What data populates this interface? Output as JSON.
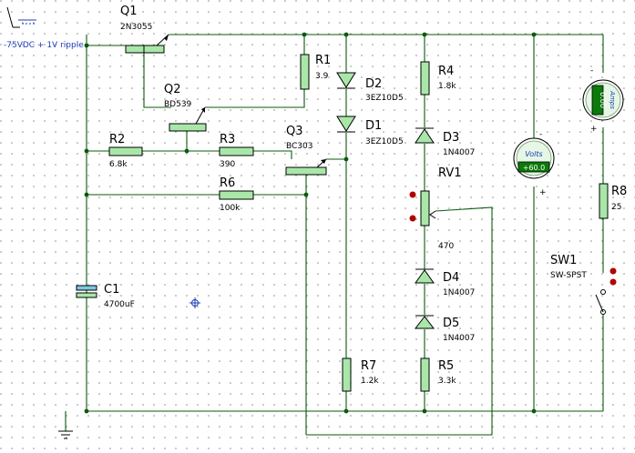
{
  "colors": {
    "wire": "#0b5a0b",
    "body": "#a9e7a9",
    "source_text": "#1a3bb5",
    "port": "#b30000"
  },
  "source": {
    "label": "-75VDC + 1V ripple"
  },
  "components": {
    "Q1": {
      "name": "Q1",
      "value": "2N3055"
    },
    "Q2": {
      "name": "Q2",
      "value": "BD539"
    },
    "Q3": {
      "name": "Q3",
      "value": "BC303"
    },
    "R1": {
      "name": "R1",
      "value": "3.9"
    },
    "R2": {
      "name": "R2",
      "value": "6.8k"
    },
    "R3": {
      "name": "R3",
      "value": "390"
    },
    "R4": {
      "name": "R4",
      "value": "1.8k"
    },
    "R5": {
      "name": "R5",
      "value": "3.3k"
    },
    "R6": {
      "name": "R6",
      "value": "100k"
    },
    "R7": {
      "name": "R7",
      "value": "1.2k"
    },
    "R8": {
      "name": "R8",
      "value": "25"
    },
    "D1": {
      "name": "D1",
      "value": "3EZ10D5"
    },
    "D2": {
      "name": "D2",
      "value": "3EZ10D5"
    },
    "D3": {
      "name": "D3",
      "value": "1N4007"
    },
    "D4": {
      "name": "D4",
      "value": "1N4007"
    },
    "D5": {
      "name": "D5",
      "value": "1N4007"
    },
    "C1": {
      "name": "C1",
      "value": "4700uF"
    },
    "RV1": {
      "name": "RV1",
      "value": "470"
    },
    "SW1": {
      "name": "SW1",
      "value": "SW-SPST"
    }
  },
  "voltmeter": {
    "title": "Volts",
    "reading": "+60.0",
    "minus": "-",
    "plus": "+"
  },
  "ammeter": {
    "title": "Amps",
    "reading": "0.00",
    "minus": "-",
    "plus": "+"
  }
}
